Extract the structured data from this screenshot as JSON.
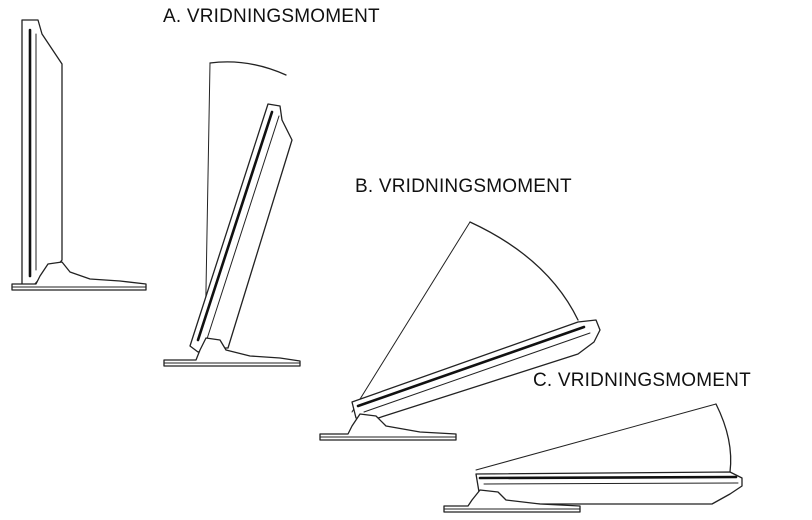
{
  "labels": {
    "a": "A. VRIDNINGSMOMENT",
    "b": "B. VRIDNINGSMOMENT",
    "c": "C. VRIDNINGSMOMENT"
  },
  "colors": {
    "ink": "#222222",
    "background": "#ffffff"
  }
}
